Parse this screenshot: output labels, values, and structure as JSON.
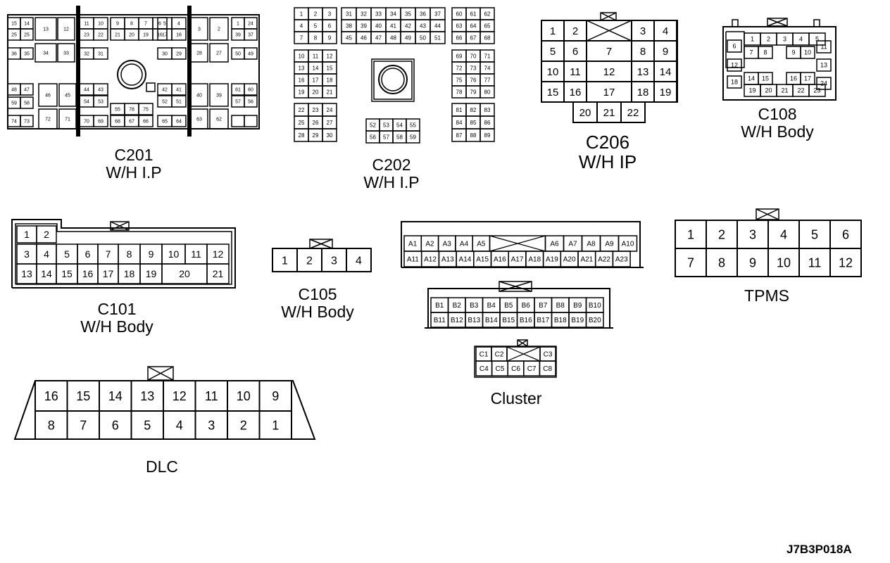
{
  "footer_code": "J7B3P018A",
  "connectors": {
    "c201": {
      "name": "C201",
      "sub": "W/H I.P",
      "pins": [
        "15",
        "14",
        "25",
        "25",
        "13",
        "12",
        "11",
        "10",
        "9",
        "8",
        "7",
        "6",
        "5",
        "4",
        "3",
        "2",
        "1",
        "24",
        "23",
        "22",
        "21",
        "20",
        "19",
        "16",
        "17",
        "16",
        "39",
        "37",
        "36",
        "35",
        "34",
        "33",
        "32",
        "31",
        "30",
        "29",
        "28",
        "27",
        "50",
        "49",
        "48",
        "47",
        "46",
        "45",
        "44",
        "43",
        "42",
        "41",
        "40",
        "39",
        "61",
        "60",
        "59",
        "58",
        "54",
        "53",
        "52",
        "51",
        "57",
        "56",
        "55",
        "78",
        "75",
        "74",
        "73",
        "72",
        "71",
        "70",
        "69",
        "68",
        "67",
        "66",
        "65",
        "64",
        "63",
        "62"
      ]
    },
    "c202": {
      "name": "C202",
      "sub": "W/H I.P",
      "pins": [
        "1",
        "2",
        "3",
        "4",
        "5",
        "6",
        "7",
        "8",
        "9",
        "31",
        "32",
        "33",
        "34",
        "35",
        "36",
        "37",
        "38",
        "39",
        "40",
        "41",
        "42",
        "43",
        "44",
        "45",
        "46",
        "47",
        "48",
        "49",
        "50",
        "51",
        "60",
        "61",
        "62",
        "63",
        "64",
        "65",
        "66",
        "67",
        "68",
        "10",
        "11",
        "12",
        "13",
        "14",
        "15",
        "16",
        "17",
        "18",
        "19",
        "20",
        "21",
        "22",
        "23",
        "24",
        "25",
        "26",
        "27",
        "28",
        "29",
        "30",
        "69",
        "70",
        "71",
        "72",
        "73",
        "74",
        "75",
        "76",
        "77",
        "78",
        "79",
        "80",
        "81",
        "82",
        "83",
        "84",
        "85",
        "86",
        "87",
        "88",
        "89",
        "52",
        "53",
        "54",
        "55",
        "56",
        "57",
        "58",
        "59"
      ]
    },
    "c206": {
      "name": "C206",
      "sub": "W/H IP",
      "pins": [
        "1",
        "2",
        "3",
        "4",
        "5",
        "6",
        "7",
        "8",
        "9",
        "10",
        "11",
        "12",
        "13",
        "14",
        "15",
        "16",
        "17",
        "18",
        "19",
        "20",
        "21",
        "22"
      ]
    },
    "c108": {
      "name": "C108",
      "sub": "W/H Body",
      "pins": [
        "1",
        "2",
        "3",
        "4",
        "5",
        "6",
        "7",
        "8",
        "9",
        "10",
        "11",
        "12",
        "13",
        "14",
        "15",
        "16",
        "17",
        "18",
        "19",
        "20",
        "21",
        "22",
        "23",
        "24"
      ]
    },
    "c101": {
      "name": "C101",
      "sub": "W/H Body",
      "pins": [
        "1",
        "2",
        "3",
        "4",
        "5",
        "6",
        "7",
        "8",
        "9",
        "10",
        "11",
        "12",
        "13",
        "14",
        "15",
        "16",
        "17",
        "18",
        "19",
        "20",
        "21"
      ]
    },
    "c105": {
      "name": "C105",
      "sub": "W/H Body",
      "pins": [
        "1",
        "2",
        "3",
        "4"
      ]
    },
    "tpms": {
      "name": "TPMS",
      "pins": [
        "1",
        "2",
        "3",
        "4",
        "5",
        "6",
        "7",
        "8",
        "9",
        "10",
        "11",
        "12"
      ]
    },
    "cluster": {
      "name": "Cluster",
      "row_a": [
        "A1",
        "A2",
        "A3",
        "A4",
        "A5",
        "A6",
        "A7",
        "A8",
        "A9",
        "A10",
        "A11",
        "A12",
        "A13",
        "A14",
        "A15",
        "A16",
        "A17",
        "A18",
        "A19",
        "A20",
        "A21",
        "A22",
        "A23"
      ],
      "row_b": [
        "B1",
        "B2",
        "B3",
        "B4",
        "B5",
        "B6",
        "B7",
        "B8",
        "B9",
        "B10",
        "B11",
        "B12",
        "B13",
        "B14",
        "B15",
        "B16",
        "B17",
        "B18",
        "B19",
        "B20"
      ],
      "row_c": [
        "C1",
        "C2",
        "C3",
        "C4",
        "C5",
        "C6",
        "C7",
        "C8"
      ]
    },
    "dlc": {
      "name": "DLC",
      "pins": [
        "16",
        "15",
        "14",
        "13",
        "12",
        "11",
        "10",
        "9",
        "8",
        "7",
        "6",
        "5",
        "4",
        "3",
        "2",
        "1"
      ]
    }
  }
}
